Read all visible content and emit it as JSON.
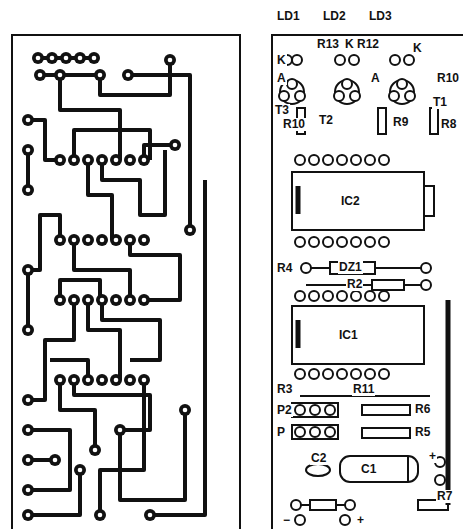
{
  "diagram": {
    "labels": [
      "LD1",
      "LD2",
      "LD3",
      "R13",
      "K",
      "R12",
      "K",
      "K",
      "A",
      "A",
      "R10",
      "T3",
      "T1",
      "R10",
      "T2",
      "R9",
      "R8",
      "IC2",
      "R4",
      "DZ1",
      "R2",
      "IC1",
      "R3",
      "R11",
      "P2",
      "P",
      "R6",
      "R5",
      "C2",
      "C1",
      "+",
      "R7",
      "−",
      "+"
    ]
  }
}
